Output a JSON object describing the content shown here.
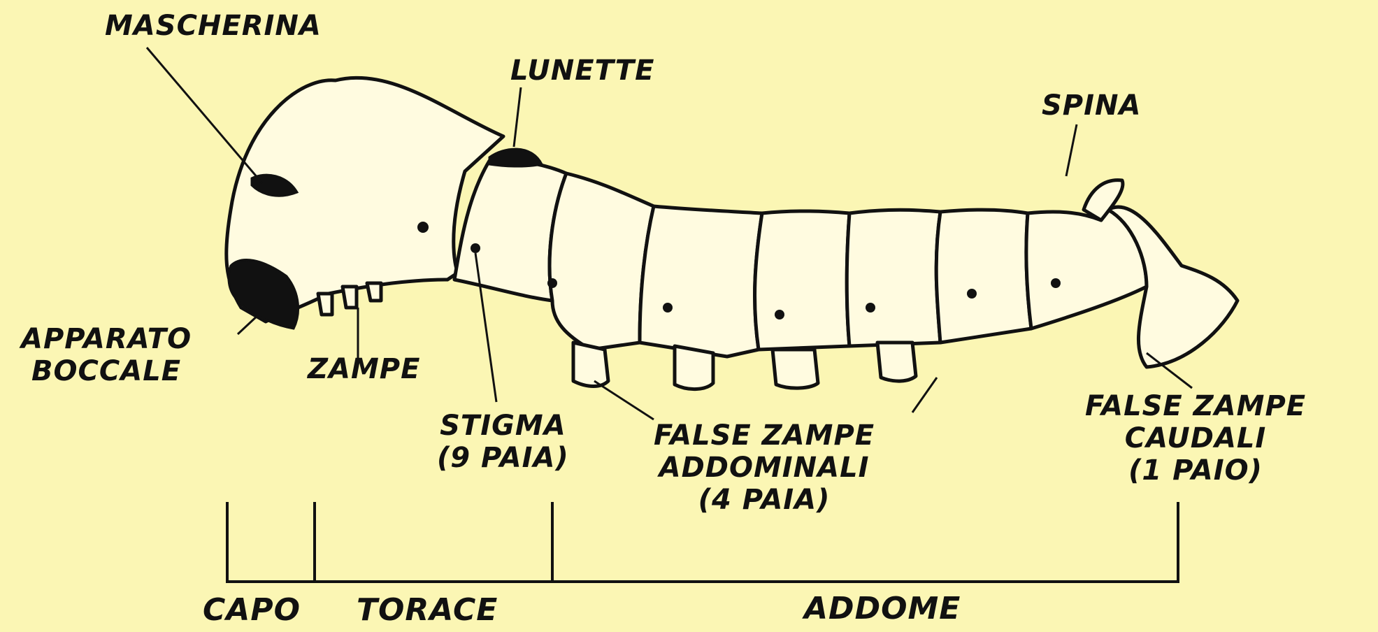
{
  "labels": {
    "mascherina": "MASCHERINA",
    "lunette": "LUNETTE",
    "spina": "SPINA",
    "apparato": [
      "APPARATO",
      "BOCCALE"
    ],
    "zampe": "ZAMPE",
    "stigma": [
      "STIGMA",
      "(9 PAIA)"
    ],
    "false_addominali": [
      "FALSE ZAMPE",
      "ADDOMINALI",
      "(4 PAIA)"
    ],
    "false_caudali": [
      "FALSE ZAMPE",
      "CAUDALI",
      "(1 PAIO)"
    ]
  },
  "sections": {
    "capo": "CAPO",
    "torace": "TORACE",
    "addome": "ADDOME"
  },
  "colors": {
    "background": "#fbf6b4",
    "body_fill": "#fffbe0",
    "shade": "#e6e1bd",
    "ink": "#111111"
  }
}
